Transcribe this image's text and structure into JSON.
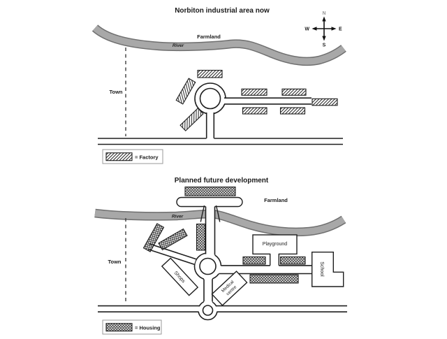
{
  "map_now": {
    "title": "Norbiton industrial area now",
    "farmland": "Farmland",
    "river": "River",
    "town": "Town",
    "legend": "= Factory"
  },
  "map_future": {
    "title": "Planned future development",
    "farmland": "Farmland",
    "river": "River",
    "town": "Town",
    "playground": "Playground",
    "school": "School",
    "shops": "Shops",
    "medical_line1": "Medical",
    "medical_line2": "centre",
    "legend": "= Housing"
  },
  "compass": {
    "north": "N",
    "east": "E",
    "south": "S",
    "west": "W"
  },
  "colors": {
    "river_fill": "#a8a8a8",
    "river_edge": "#6f6f6f",
    "outline": "#1f1f1f",
    "background": "#ffffff"
  }
}
